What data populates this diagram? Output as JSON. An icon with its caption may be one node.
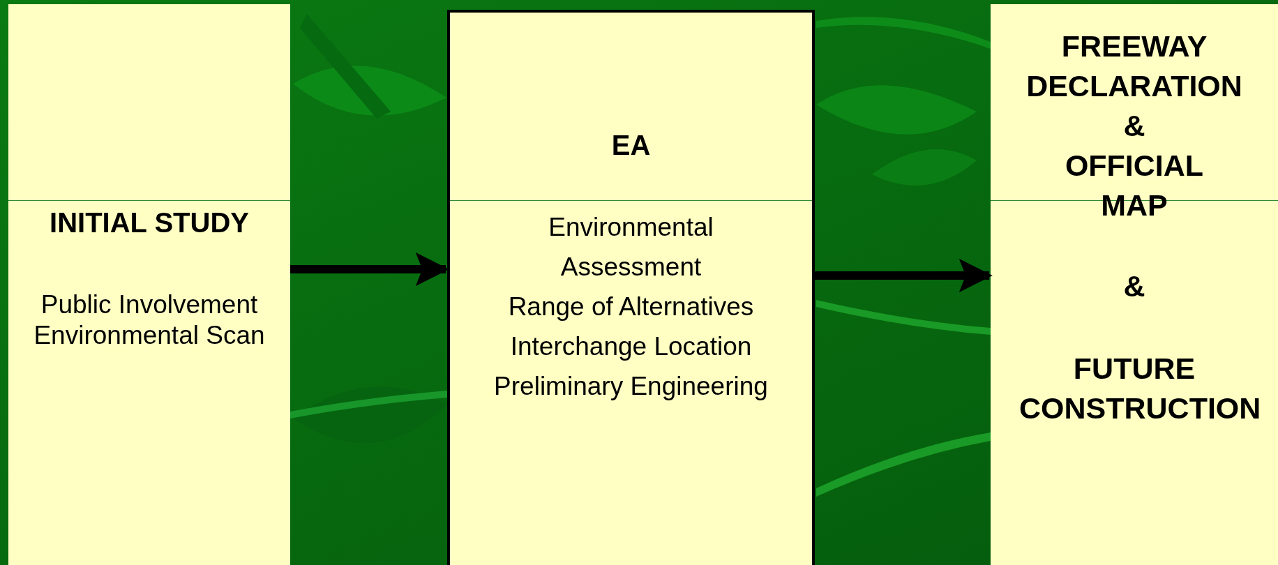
{
  "diagram": {
    "nodes": [
      {
        "text": [
          "INITIAL STUDY",
          "Public Involvement Environmental Scan"
        ]
      },
      {
        "text": [
          "EA",
          "Environmental Assessment",
          "Range of Alternatives",
          "Interchange Location",
          "Preliminary Engineering"
        ]
      },
      {
        "text": [
          "FREEWAY DECLARATION & OFFICIAL MAP",
          "&",
          "FUTURE CONSTRUCTION"
        ]
      }
    ],
    "edges": [
      {
        "from": 0,
        "to": 1,
        "arrow": "to"
      },
      {
        "from": 1,
        "to": 2,
        "arrow": "to"
      }
    ]
  }
}
